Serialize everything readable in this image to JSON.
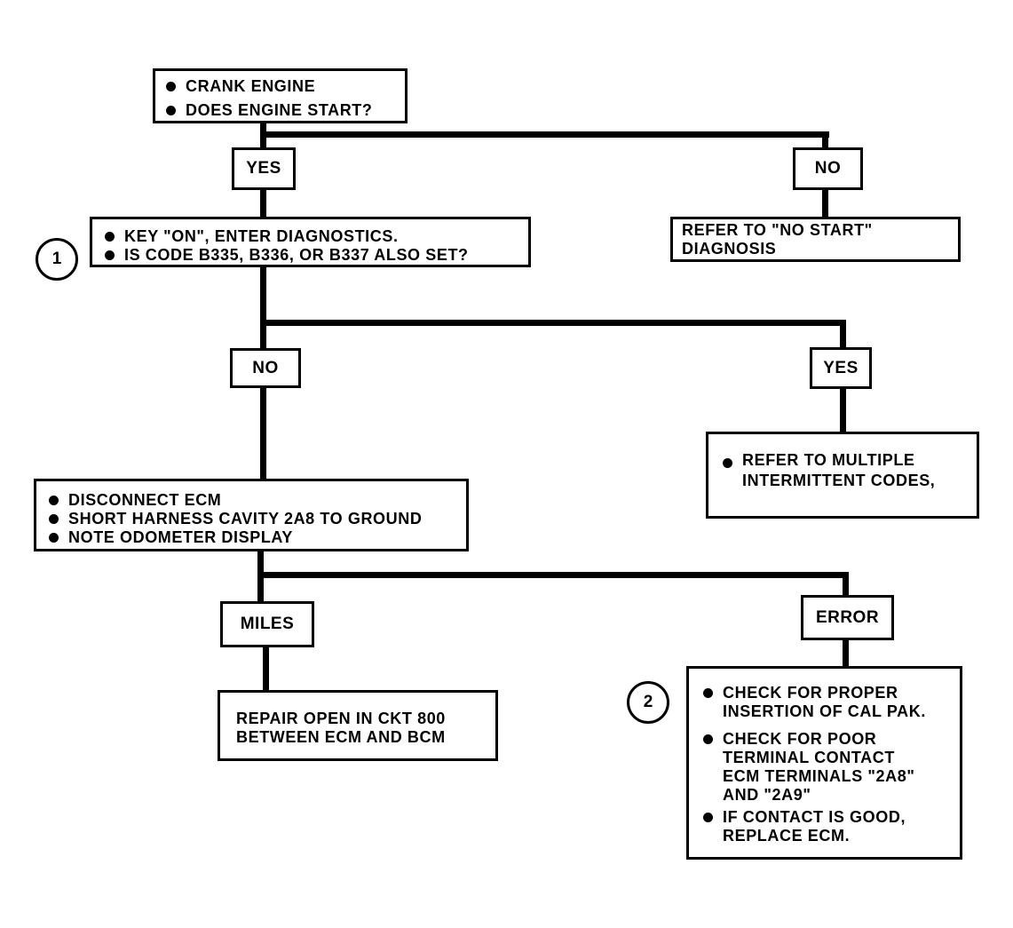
{
  "start": {
    "line1": "CRANK ENGINE",
    "line2": "DOES ENGINE START?"
  },
  "branch1": {
    "yes_label": "YES",
    "no_label": "NO"
  },
  "no_start": {
    "line1": "REFER TO \"NO START\"",
    "line2": "DIAGNOSIS"
  },
  "step1": {
    "marker": "1",
    "line1": "KEY \"ON\", ENTER DIAGNOSTICS.",
    "line2": "IS CODE B335, B336, OR B337 ALSO SET?"
  },
  "branch2": {
    "no_label": "NO",
    "yes_label": "YES"
  },
  "multiple": {
    "line1": "REFER TO MULTIPLE",
    "line2": "INTERMITTENT CODES,"
  },
  "step2": {
    "line1": "DISCONNECT ECM",
    "line2": "SHORT HARNESS CAVITY 2A8 TO GROUND",
    "line3": "NOTE ODOMETER DISPLAY"
  },
  "branch3": {
    "miles_label": "MILES",
    "error_label": "ERROR"
  },
  "repair": {
    "line1": "REPAIR OPEN IN CKT 800",
    "line2": "BETWEEN ECM AND BCM"
  },
  "check": {
    "marker": "2",
    "item1_line1": "CHECK FOR PROPER",
    "item1_line2": "INSERTION OF CAL PAK.",
    "item2_line1": "CHECK FOR POOR",
    "item2_line2": "TERMINAL CONTACT",
    "item2_line3": "ECM TERMINALS \"2A8\"",
    "item2_line4": "AND \"2A9\"",
    "item3_line1": "IF CONTACT IS GOOD,",
    "item3_line2": "REPLACE ECM."
  }
}
